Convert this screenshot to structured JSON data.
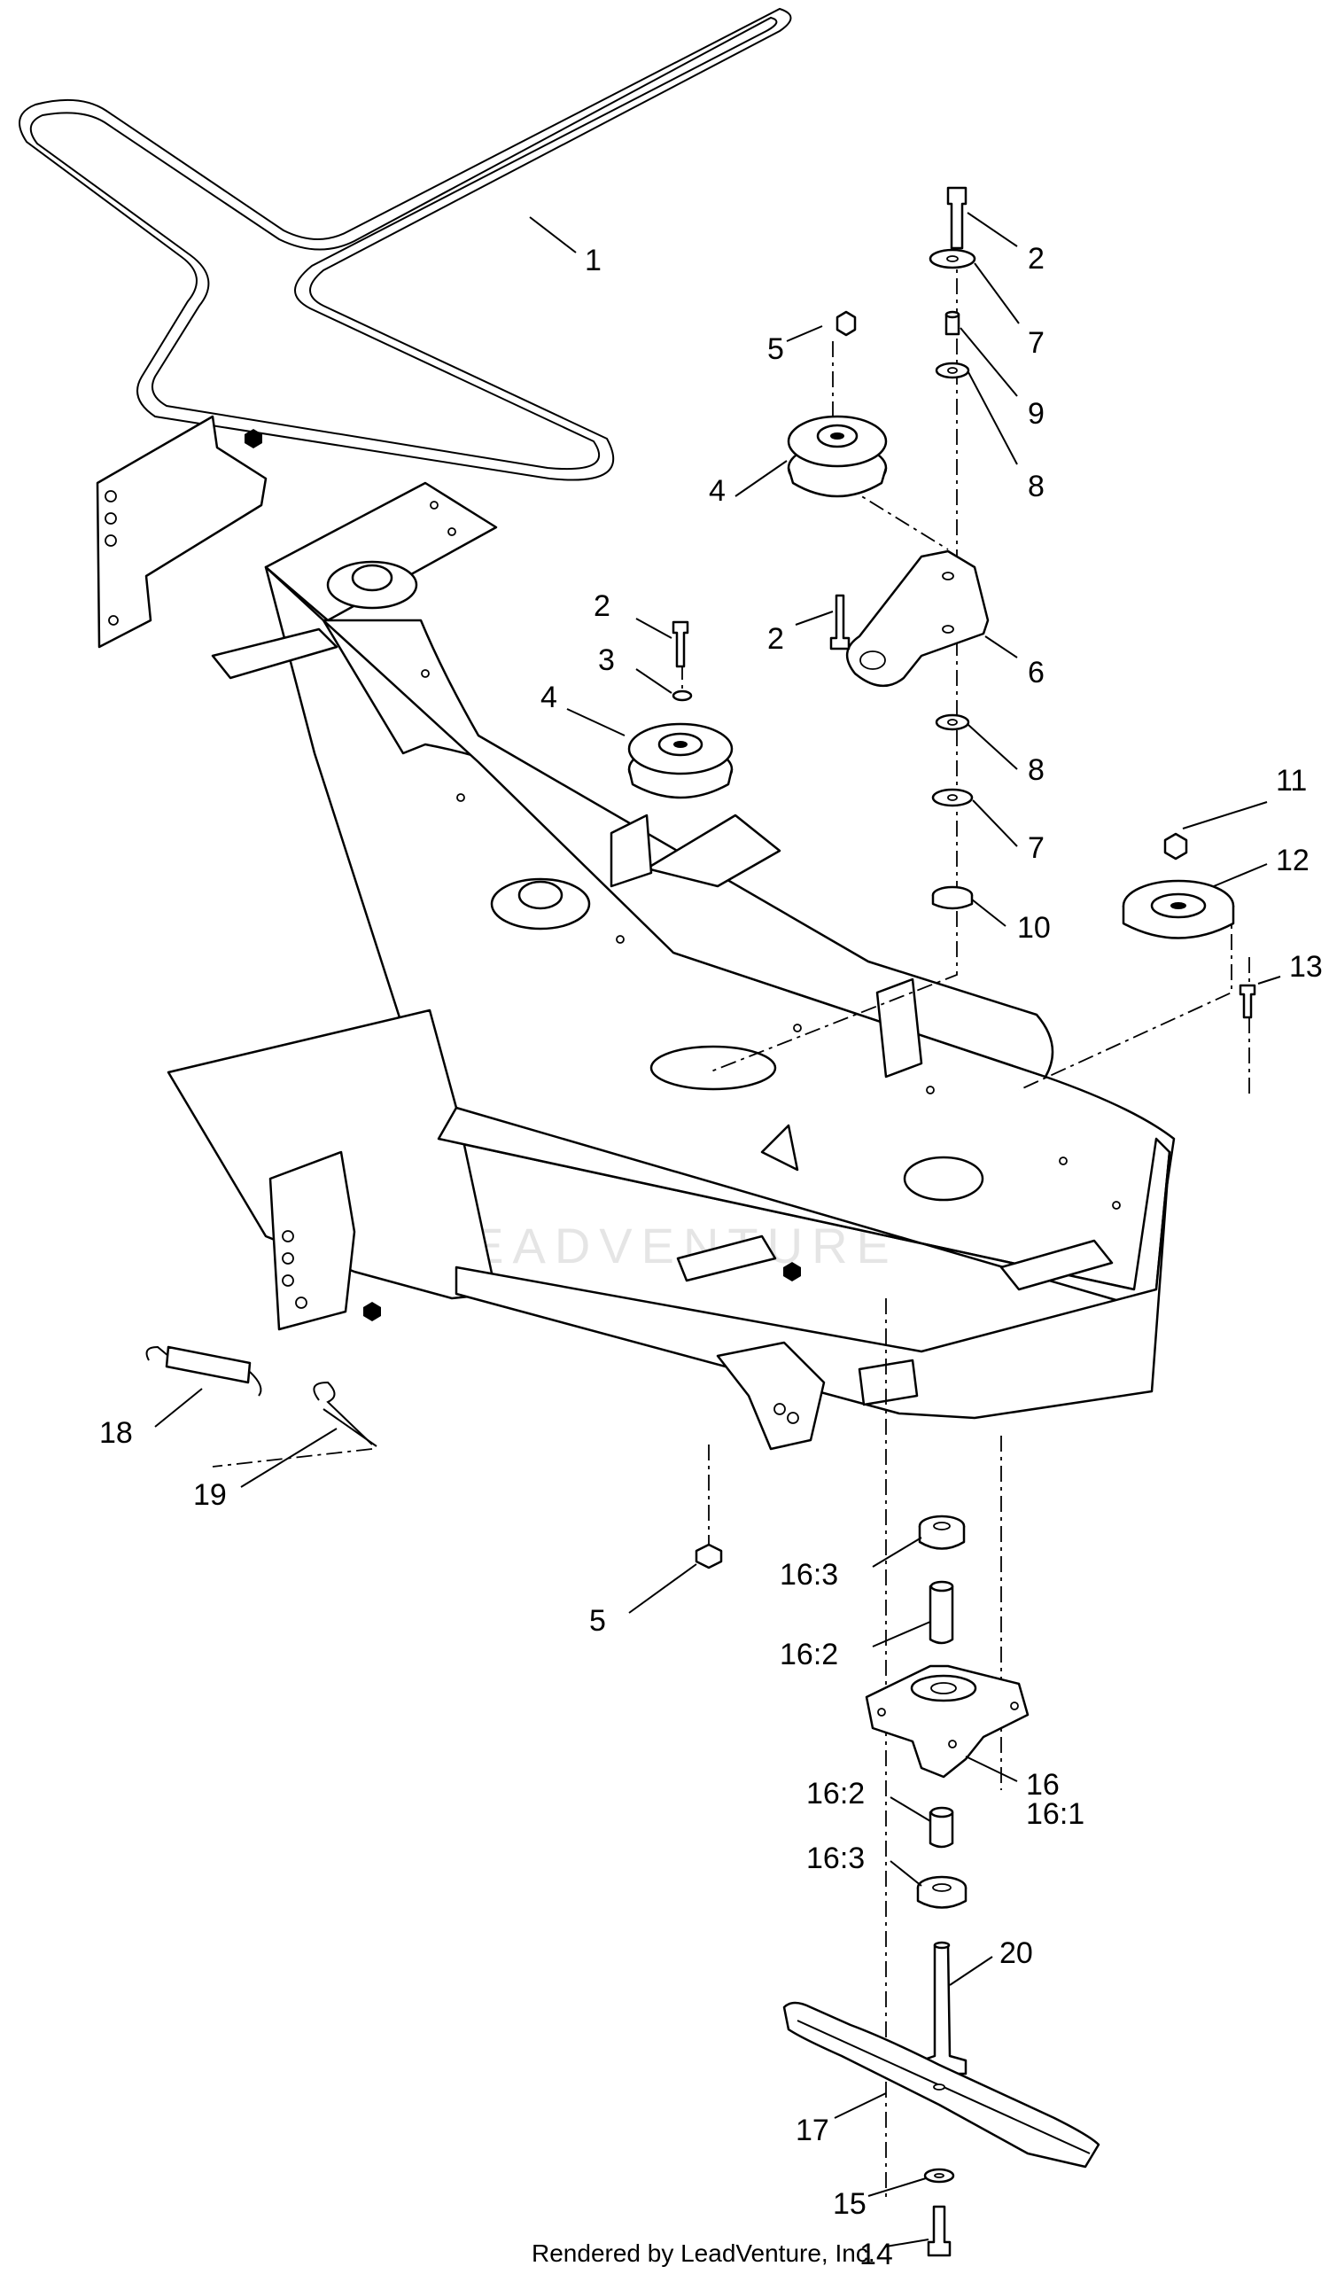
{
  "footer": {
    "credit": "Rendered by LeadVenture, Inc."
  },
  "watermark": {
    "text": "LEADVENTURE"
  },
  "callouts": [
    {
      "id": "c1",
      "label": "1"
    },
    {
      "id": "c2a",
      "label": "2"
    },
    {
      "id": "c7a",
      "label": "7"
    },
    {
      "id": "c9",
      "label": "9"
    },
    {
      "id": "c8a",
      "label": "8"
    },
    {
      "id": "c5a",
      "label": "5"
    },
    {
      "id": "c4a",
      "label": "4"
    },
    {
      "id": "c2b",
      "label": "2"
    },
    {
      "id": "c6",
      "label": "6"
    },
    {
      "id": "c2c",
      "label": "2"
    },
    {
      "id": "c3",
      "label": "3"
    },
    {
      "id": "c4b",
      "label": "4"
    },
    {
      "id": "c8b",
      "label": "8"
    },
    {
      "id": "c7b",
      "label": "7"
    },
    {
      "id": "c10",
      "label": "10"
    },
    {
      "id": "c11",
      "label": "11"
    },
    {
      "id": "c12",
      "label": "12"
    },
    {
      "id": "c13",
      "label": "13"
    },
    {
      "id": "c18",
      "label": "18"
    },
    {
      "id": "c19",
      "label": "19"
    },
    {
      "id": "c5b",
      "label": "5"
    },
    {
      "id": "c163a",
      "label": "16:3"
    },
    {
      "id": "c162a",
      "label": "16:2"
    },
    {
      "id": "c16",
      "label": "16"
    },
    {
      "id": "c161",
      "label": "16:1"
    },
    {
      "id": "c162b",
      "label": "16:2"
    },
    {
      "id": "c163b",
      "label": "16:3"
    },
    {
      "id": "c20",
      "label": "20"
    },
    {
      "id": "c17",
      "label": "17"
    },
    {
      "id": "c15",
      "label": "15"
    },
    {
      "id": "c14",
      "label": "14"
    }
  ]
}
